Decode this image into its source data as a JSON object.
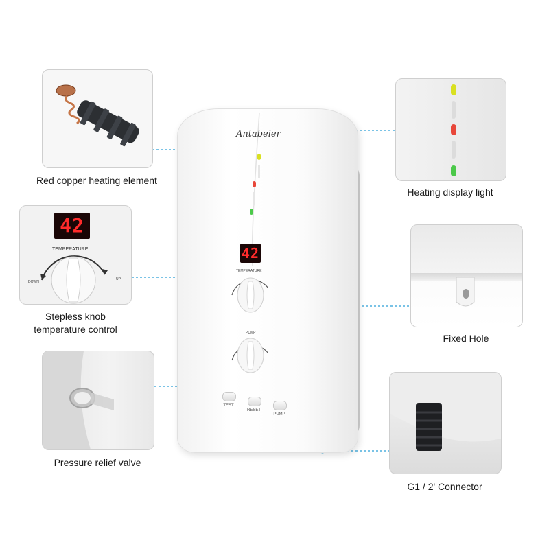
{
  "brand": "Antabeier",
  "display_value": "42",
  "captions": {
    "copper": "Red copper heating element",
    "heating_light": "Heating display light",
    "knob_line1": "Stepless knob",
    "knob_line2": "temperature control",
    "fixed_hole": "Fixed Hole",
    "relief_valve": "Pressure relief valve",
    "connector": "G1 / 2' Connector"
  },
  "knob_labels": {
    "temperature": "TEMPERATURE",
    "pump": "PUMP",
    "down": "DOWN",
    "up": "UP"
  },
  "buttons": {
    "test": "TEST",
    "reset": "RESET",
    "pump": "PUMP"
  },
  "colors": {
    "leader_line": "#2a9fd6",
    "led_yellow": "#d9e021",
    "led_red": "#e8473a",
    "led_green": "#4cc94a",
    "display_red": "#ff2b2b"
  }
}
